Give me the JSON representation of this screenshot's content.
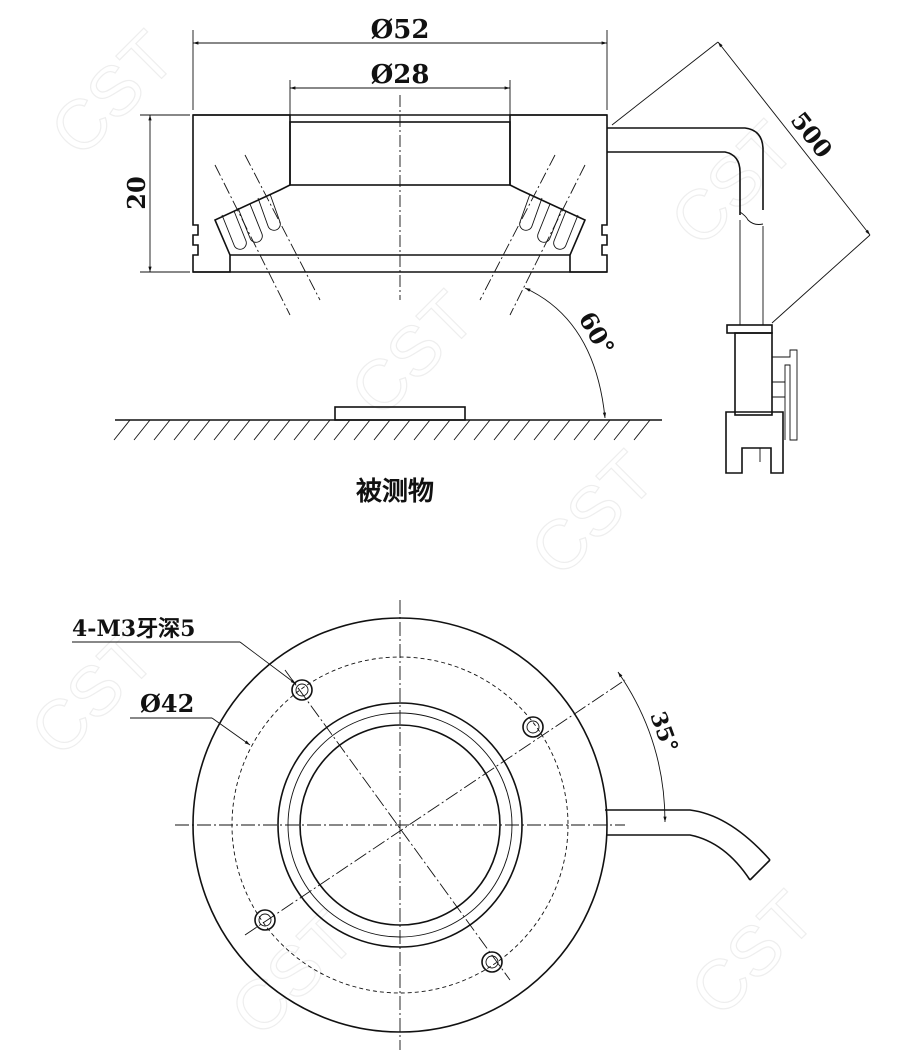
{
  "watermark": "CST",
  "side_view": {
    "outer_diameter": "Ø52",
    "inner_diameter": "Ø28",
    "height": "20",
    "cable_length": "500",
    "angle": "60°",
    "object_label": "被测物"
  },
  "bottom_view": {
    "thread_label": "4-M3牙深5",
    "bolt_circle": "Ø42",
    "angle": "35°"
  },
  "colors": {
    "line": "#111111",
    "background": "#ffffff"
  }
}
